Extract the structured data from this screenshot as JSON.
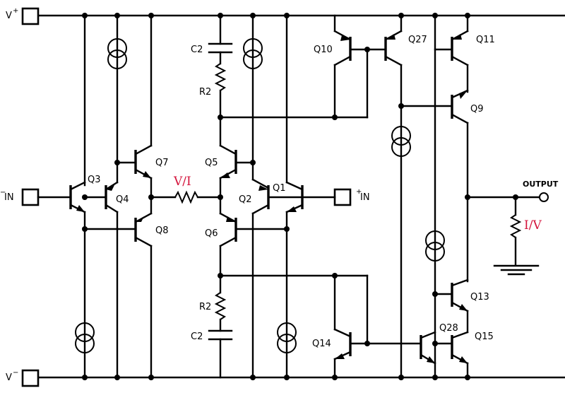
{
  "terminals": {
    "vplus": "V",
    "vplus_sup": "+",
    "vminus": "V",
    "vminus_sup": "−",
    "neg_in": "IN",
    "neg_in_sup": "−",
    "pos_in": "IN",
    "pos_in_sup": "+",
    "output": "OUTPUT"
  },
  "transistors": {
    "q1": "Q1",
    "q2": "Q2",
    "q3": "Q3",
    "q4": "Q4",
    "q5": "Q5",
    "q6": "Q6",
    "q7": "Q7",
    "q8": "Q8",
    "q9": "Q9",
    "q10": "Q10",
    "q11": "Q11",
    "q13": "Q13",
    "q14": "Q14",
    "q15": "Q15",
    "q27": "Q27",
    "q28": "Q28"
  },
  "components": {
    "c2_top": "C2",
    "r2_top": "R2",
    "r2_bottom": "R2",
    "c2_bottom": "C2"
  },
  "annotations": {
    "vi": "V/I",
    "iv": "I/V",
    "highlight_color": "#d4143c"
  }
}
